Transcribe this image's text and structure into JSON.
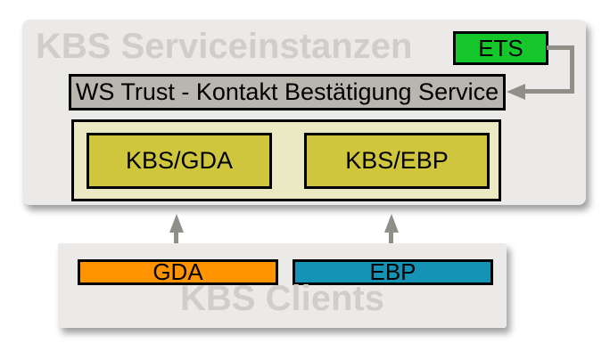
{
  "colors": {
    "panel_background": "#ebeae8",
    "panel_title_gray": "#d1cec9",
    "ets_green": "#16c72b",
    "ws_trust_gray": "#b9b6b0",
    "instances_container_yellow": "#ebe9c3",
    "instance_olive": "#cfc63e",
    "gda_orange": "#ff9300",
    "ebp_blue": "#1593b5",
    "arrow_gray": "#8f8f88",
    "box_border": "#000000"
  },
  "service_panel": {
    "title": "KBS Serviceinstanzen",
    "ets": {
      "label": "ETS"
    },
    "ws_trust": {
      "label": "WS Trust - Kontakt Bestätigung Service"
    },
    "instances": [
      {
        "label": "KBS/GDA"
      },
      {
        "label": "KBS/EBP"
      }
    ]
  },
  "clients_panel": {
    "title": "KBS Clients",
    "clients": [
      {
        "label": "GDA"
      },
      {
        "label": "EBP"
      }
    ]
  },
  "arrows": [
    {
      "name": "ets-to-ws-trust",
      "from": "ETS",
      "to": "WS Trust - Kontakt Bestätigung Service",
      "direction": "left"
    },
    {
      "name": "gda-to-kbs-gda",
      "from": "GDA",
      "to": "KBS/GDA",
      "direction": "up"
    },
    {
      "name": "ebp-to-kbs-ebp",
      "from": "EBP",
      "to": "KBS/EBP",
      "direction": "up"
    }
  ]
}
